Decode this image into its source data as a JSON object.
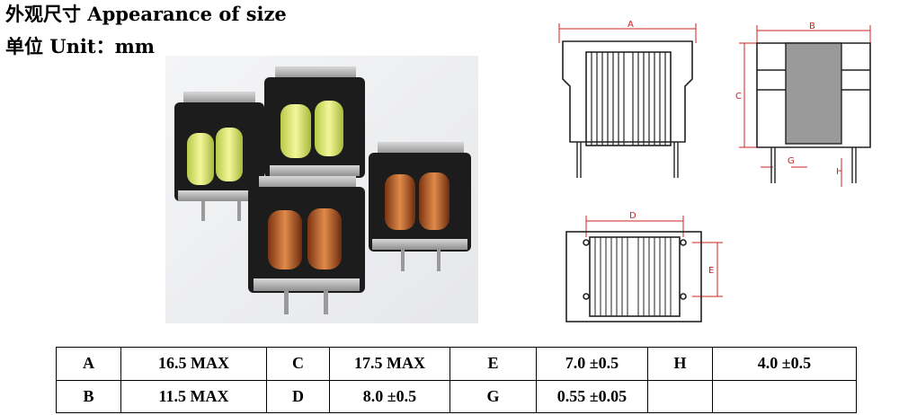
{
  "heading": {
    "line1": "外观尺寸 Appearance of size",
    "line2": "单位 Unit：mm"
  },
  "drawings": {
    "front_label": "A",
    "side_top_label": "B",
    "side_height_label": "C",
    "side_pin_label": "G",
    "side_pin_height_label": "H",
    "bottom_width_label": "D",
    "bottom_height_label": "E"
  },
  "spec_table": {
    "rows": [
      [
        "A",
        "16.5 MAX",
        "C",
        "17.5 MAX",
        "E",
        "7.0 ±0.5",
        "H",
        "4.0 ±0.5"
      ],
      [
        "B",
        "11.5 MAX",
        "D",
        "8.0 ±0.5",
        "G",
        "0.55 ±0.05",
        "",
        ""
      ]
    ]
  }
}
